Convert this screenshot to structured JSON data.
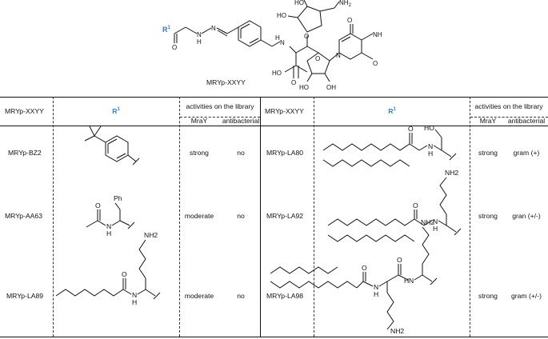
{
  "compound_label": "MRYp-XXYY",
  "scaffold": {
    "r1": "R",
    "r1_sup": "1",
    "atoms": {
      "oh": "HO",
      "nh2": "NH2",
      "o": "O",
      "n": "N",
      "h": "H",
      "nh": "NH",
      "hooc": "HO"
    }
  },
  "table": {
    "headers": {
      "compound": "MRYp-XXYY",
      "r1": "R",
      "r1_sup": "1",
      "activities": "activities on the library",
      "mray": "MraY",
      "antibacterial": "antibacterial"
    },
    "rows": [
      {
        "name": "MRYp-BZ2",
        "mray": "strong",
        "antibacterial": "no"
      },
      {
        "name": "MRYp-AA63",
        "mray": "moderate",
        "antibacterial": "no"
      },
      {
        "name": "MRYp-LA89",
        "mray": "moderate",
        "antibacterial": "no"
      },
      {
        "name": "MRYp-LA80",
        "mray": "strong",
        "antibacterial": "gram (+)"
      },
      {
        "name": "MRYp-LA92",
        "mray": "strong",
        "antibacterial": "gran (+/-)"
      },
      {
        "name": "MRYp-LA98",
        "mray": "strong",
        "antibacterial": "gram (+/-)"
      }
    ],
    "struct_labels": {
      "ph": "Ph",
      "o": "O",
      "n": "N",
      "h": "H",
      "ho": "HO",
      "nh2": "NH2"
    }
  },
  "colors": {
    "accent": "#2a7de1",
    "line": "#111111"
  }
}
